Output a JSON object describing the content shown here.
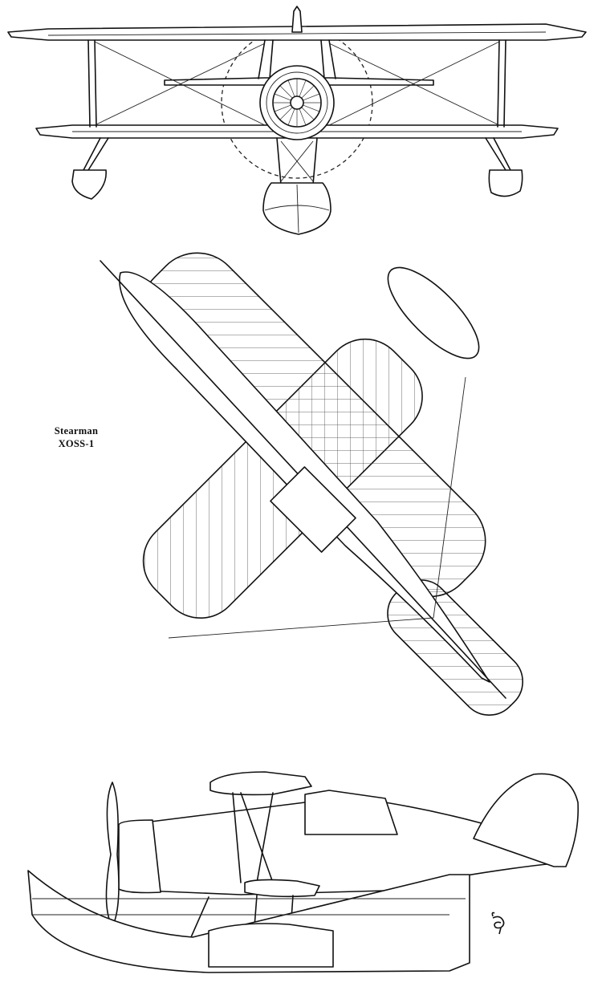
{
  "caption": {
    "manufacturer": "Stearman",
    "designation": "XOSS-1"
  },
  "views": [
    "front-view",
    "top-view",
    "side-view"
  ]
}
